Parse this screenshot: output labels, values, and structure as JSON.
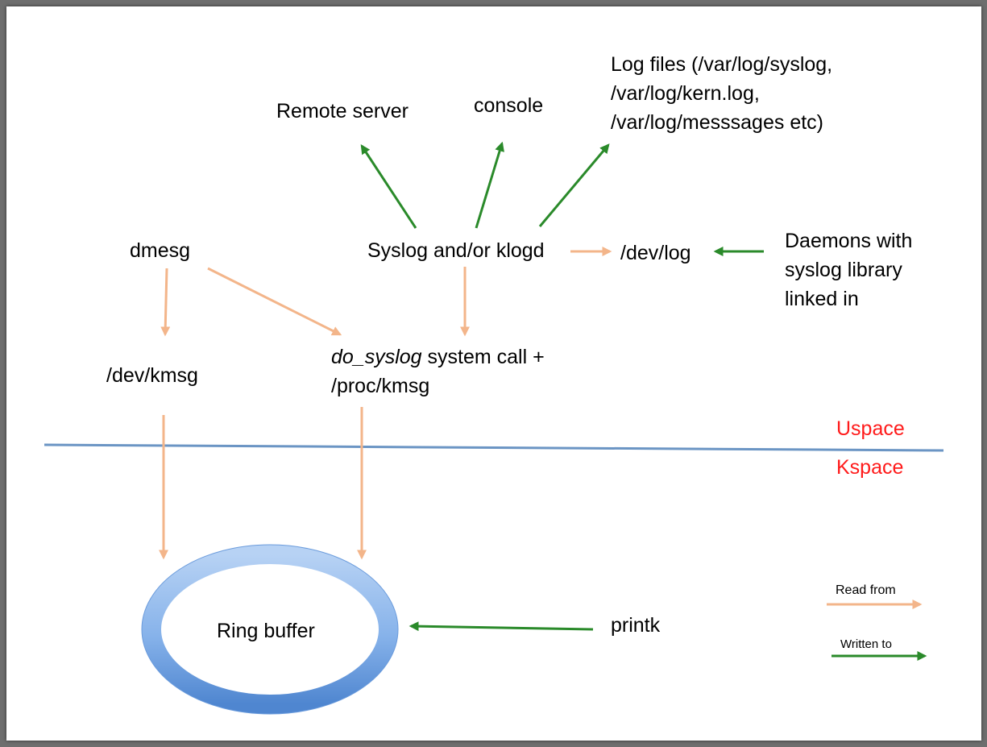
{
  "colors": {
    "read_arrow": "#f3b58a",
    "write_arrow": "#2a8a2a",
    "divider": "#6b95c4",
    "space_label": "#ff1a1a",
    "ring_outer": "#5b8fd6",
    "ring_inner": "#b7d2f4"
  },
  "nodes": {
    "remote_server": "Remote server",
    "console": "console",
    "log_files": [
      "Log files (/var/log/syslog,",
      "/var/log/kern.log,",
      "/var/log/messsages etc)"
    ],
    "dmesg": "dmesg",
    "syslog_klogd": "Syslog and/or klogd",
    "dev_log": "/dev/log",
    "daemons": [
      "Daemons with",
      "syslog library",
      "linked in"
    ],
    "dev_kmsg": "/dev/kmsg",
    "do_syslog_italic": "do_syslog",
    "do_syslog_rest": " system call +",
    "proc_kmsg": "/proc/kmsg",
    "ring_buffer": "Ring buffer",
    "printk": "printk"
  },
  "regions": {
    "uspace": "Uspace",
    "kspace": "Kspace"
  },
  "legend": {
    "read_from": "Read from",
    "written_to": "Written to"
  }
}
